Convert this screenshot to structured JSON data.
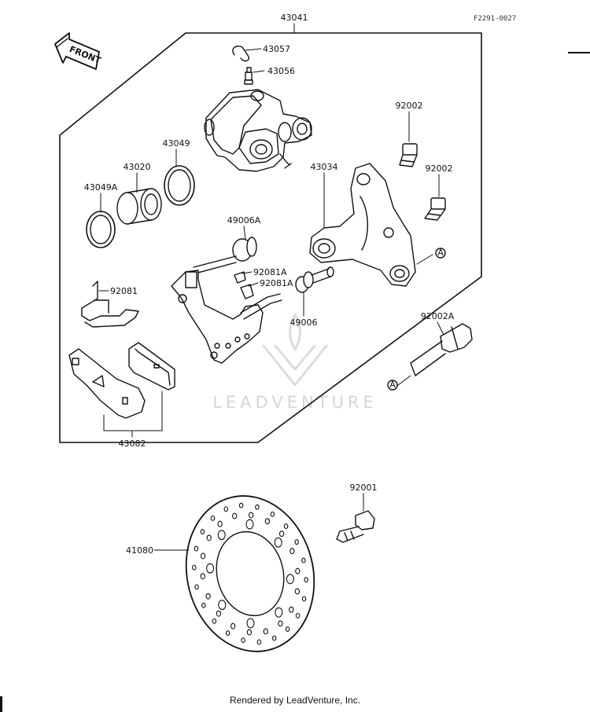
{
  "diagram_code": "F2291-0027",
  "footer": "Rendered by LeadVenture, Inc.",
  "watermark": "LEADVENTURE",
  "front_label": "FRONT",
  "reference_marker": "A",
  "parts": {
    "assembly": "43041",
    "pin_clip": "43057",
    "bleeder": "43056",
    "seal_piston": "43049",
    "piston": "43020",
    "seal_dust": "43049A",
    "bolt_upper": "92002",
    "bolt_lower": "92002",
    "bracket": "43034",
    "boot_upper": "49006A",
    "pin_clip_a1": "92081A",
    "pin_clip_a2": "92081A",
    "spring_pad": "92081",
    "boot_lower": "49006",
    "bolt_long": "92002A",
    "pad_set": "43082",
    "disc": "41080",
    "disc_bolt": "92001"
  }
}
